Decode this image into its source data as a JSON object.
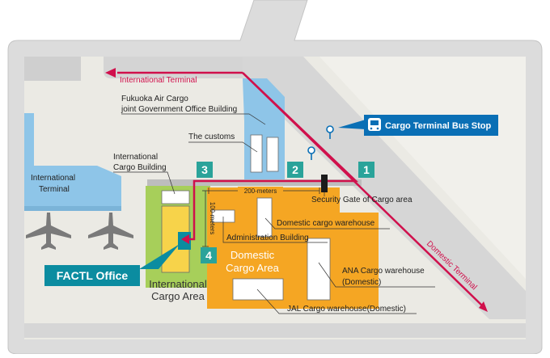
{
  "title": "",
  "routes": {
    "international_terminal": "International Terminal",
    "domestic_terminal": "Domestic Terminal"
  },
  "labels": {
    "fukuoka_air_cargo_line1": "Fukuoka Air Cargo",
    "fukuoka_air_cargo_line2": "joint Government Office Building",
    "customs": "The customs",
    "bus_stop": "Cargo Terminal Bus Stop",
    "intl_cargo_building_line1": "International",
    "intl_cargo_building_line2": "Cargo Building",
    "intl_terminal_line1": "International",
    "intl_terminal_line2": "Terminal",
    "security_gate": "Security Gate of Cargo area",
    "distance_200": "200-meters",
    "distance_100": "100-meters",
    "domestic_cargo_warehouse": "Domestic cargo warehouse",
    "administration_building": "Administration Building",
    "domestic_cargo_area_line1": "Domestic",
    "domestic_cargo_area_line2": "Cargo Area",
    "ana_warehouse_line1": "ANA Cargo warehouse",
    "ana_warehouse_line2": "(Domestic)",
    "jal_warehouse": "JAL Cargo warehouse(Domestic)",
    "intl_cargo_area_line1": "International",
    "intl_cargo_area_line2": "Cargo Area",
    "factl_office": "FACTL Office"
  },
  "markers": [
    "1",
    "2",
    "3",
    "4"
  ],
  "colors": {
    "route": "#d0104c",
    "marker": "#2aa39a",
    "domestic_area": "#f5a623",
    "intl_area": "#a7cf5a",
    "building_blue": "#8ec5e8",
    "label_box": "#0b8ca0",
    "bus_stop_box": "#0a6fb5"
  },
  "icons": [
    "bus-icon",
    "pin-icon",
    "airplane-icon"
  ]
}
